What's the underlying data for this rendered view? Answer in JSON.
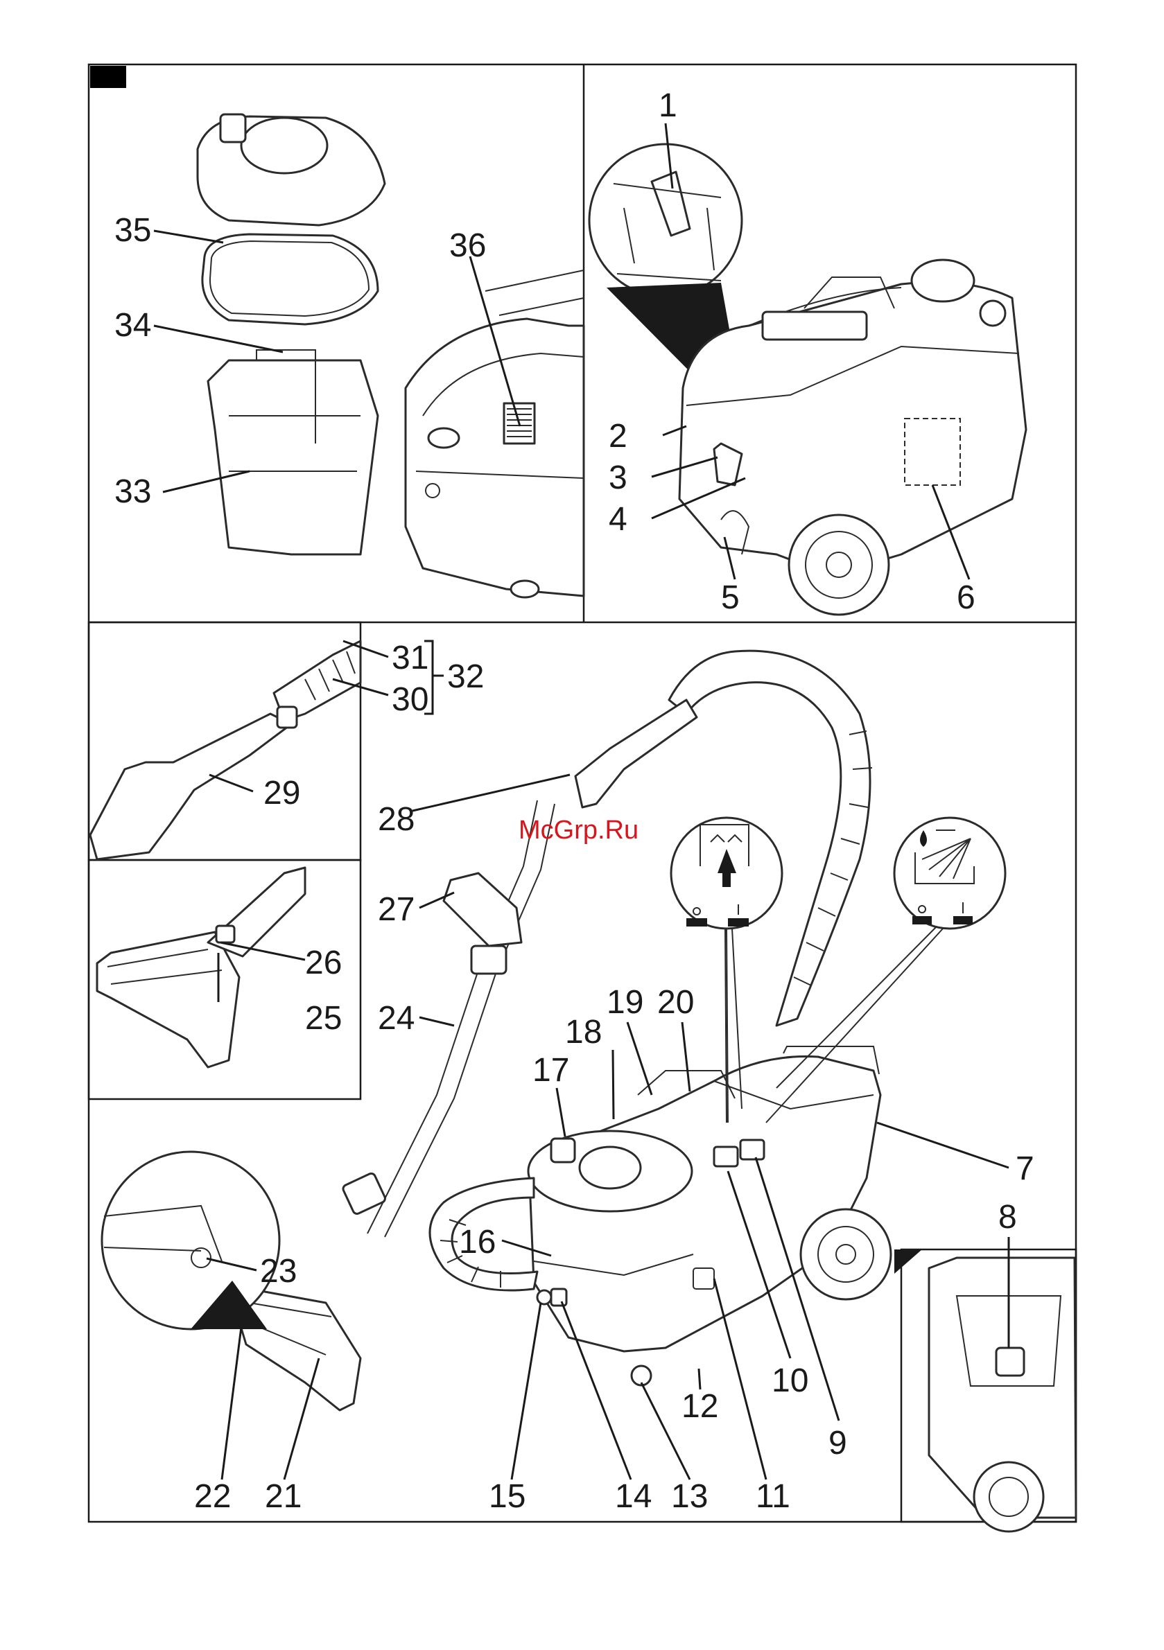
{
  "figure_marker": "",
  "watermark": "McGrp.Ru",
  "callouts": [
    "1",
    "2",
    "3",
    "4",
    "5",
    "6",
    "7",
    "8",
    "9",
    "10",
    "11",
    "12",
    "13",
    "14",
    "15",
    "16",
    "17",
    "18",
    "19",
    "20",
    "21",
    "22",
    "23",
    "24",
    "25",
    "26",
    "27",
    "28",
    "29",
    "30",
    "31",
    "32",
    "33",
    "34",
    "35",
    "36"
  ],
  "icons": [
    "suction-icon",
    "spray-icon",
    "switch-on-off-icon"
  ]
}
